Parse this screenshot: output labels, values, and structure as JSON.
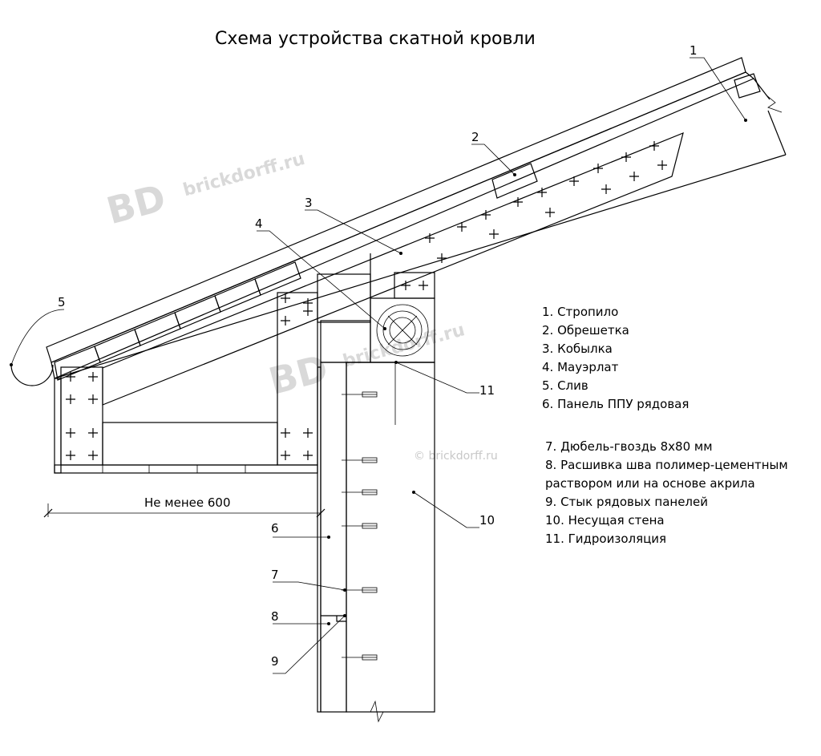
{
  "title": "Схема устройства скатной кровли",
  "callouts": [
    "1",
    "2",
    "3",
    "4",
    "5",
    "6",
    "7",
    "8",
    "9",
    "10",
    "11"
  ],
  "legend_group1": [
    "1. Стропило",
    "2. Обрешетка",
    "3. Кобылка",
    "4. Мауэрлат",
    "5. Слив",
    "6. Панель ППУ рядовая"
  ],
  "legend_group2": [
    "7. Дюбель-гвоздь 8х80 мм",
    "8. Расшивка шва полимер-цементным",
    "раствором или на основе акрила",
    "9. Стык рядовых панелей",
    "10. Несущая стена",
    "11. Гидроизоляция"
  ],
  "dimension_label": "Не менее 600",
  "watermarks": {
    "logo": "BD",
    "site": "brickdorff.ru",
    "small": "© brickdorff.ru"
  }
}
